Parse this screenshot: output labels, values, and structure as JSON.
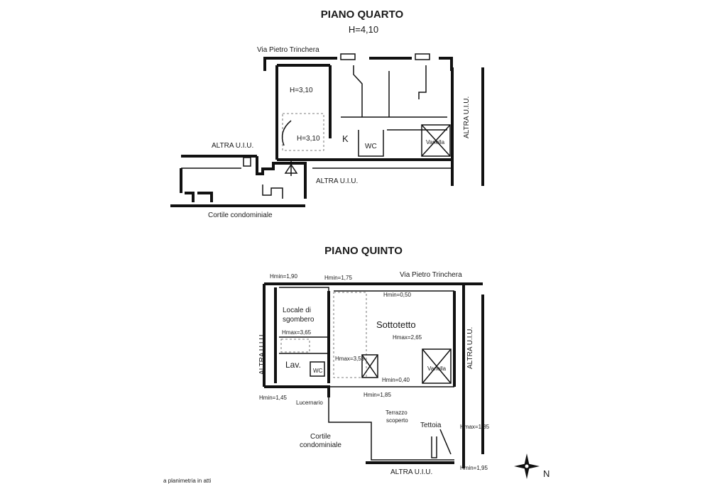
{
  "floor4": {
    "title": "PIANO QUARTO",
    "height": "H=4,10",
    "street": "Via Pietro Trinchera",
    "room_height_1": "H=3,10",
    "room_height_2": "H=3,10",
    "kitchen": "K",
    "wc": "WC",
    "vanella": "Vanella",
    "altra_uiu_left": "ALTRA U.I.U.",
    "altra_uiu_right_vertical": "ALTRA U.I.U.",
    "altra_uiu_bottom": "ALTRA U.I.U.",
    "courtyard": "Cortile condominiale"
  },
  "floor5": {
    "title": "PIANO QUINTO",
    "street": "Via Pietro Trinchera",
    "hmin_top_left": "Hmin=1,90",
    "hmin_top_mid": "Hmin=1,75",
    "hmin_top_right": "Hmin=0,50",
    "locale": "Locale di",
    "sgombero": "sgombero",
    "hmax_locale": "Hmax=3,65",
    "sottotetto": "Sottotetto",
    "hmax_sottotetto": "Hmax=2,65",
    "hmax_center": "Hmax=3,53",
    "hmin_040": "Hmin=0,40",
    "hmin_185": "Hmin=1,85",
    "hmin_145": "Hmin=1,45",
    "lav": "Lav.",
    "wc": "WC",
    "lucernario": "Lucernario",
    "vanella": "Vanella",
    "altra_uiu_left": "ALTRA U.I.U.",
    "altra_uiu_right": "ALTRA U.I.U.",
    "altra_uiu_bottom": "ALTRA U.I.U.",
    "terrazzo_1": "Terrazzo",
    "terrazzo_2": "scoperto",
    "tettoia": "Tettoia",
    "hmax_tettoia": "Hmax=1,85",
    "hmin_bottom": "Hmin=1,95",
    "cortile_1": "Cortile",
    "cortile_2": "condominiale",
    "north": "N",
    "footer": "a planimetria in atti"
  }
}
